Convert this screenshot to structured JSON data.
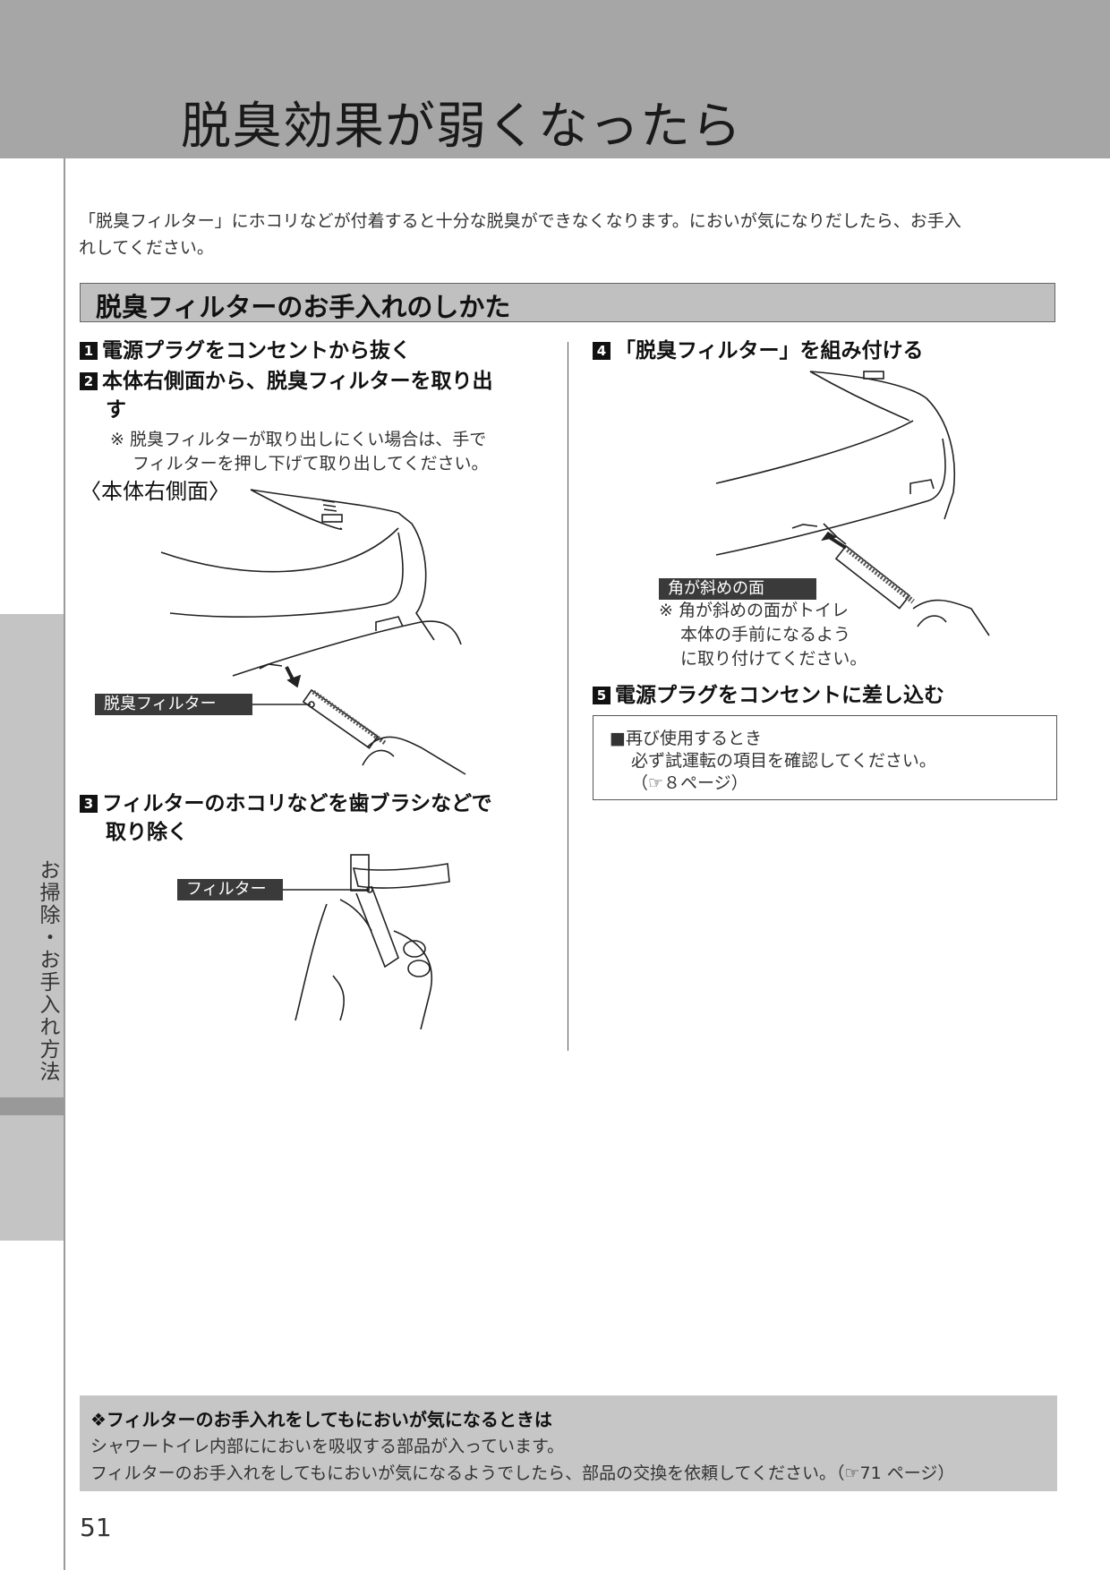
{
  "header": {
    "title": "脱臭効果が弱くなったら"
  },
  "sidebar": {
    "tab_text": "お掃除・お手入れ方法"
  },
  "intro": {
    "line1": "「脱臭フィルター」にホコリなどが付着すると十分な脱臭ができなくなります。においが気になりだしたら、お手入",
    "line2": "れしてください。"
  },
  "section": {
    "title": "脱臭フィルターのお手入れのしかた"
  },
  "steps": [
    {
      "num": "1",
      "line1": "電源プラグをコンセントから抜く"
    },
    {
      "num": "2",
      "line1": "本体右側面から、脱臭フィルターを取り出",
      "line2": "す",
      "note1": "※ 脱臭フィルターが取り出しにくい場合は、手で",
      "note2": "フィルターを押し下げて取り出してください。",
      "view_label": "〈本体右側面〉",
      "callout": "脱臭フィルター"
    },
    {
      "num": "3",
      "line1": "フィルターのホコリなどを歯ブラシなどで",
      "line2": "取り除く",
      "callout": "フィルター"
    },
    {
      "num": "4",
      "line1": "「脱臭フィルター」を組み付ける",
      "callout": "角が斜めの面",
      "note1": "※ 角が斜めの面がトイレ",
      "note2": "本体の手前になるよう",
      "note3": "に取り付けてください。"
    },
    {
      "num": "5",
      "line1": "電源プラグをコンセントに差し込む"
    }
  ],
  "reuse_box": {
    "heading": "■再び使用するとき",
    "line1": "必ず試運転の項目を確認してください。",
    "line2": "（☞８ページ）"
  },
  "footer": {
    "heading": "❖フィルターのお手入れをしてもにおいが気になるときは",
    "line1": "シャワートイレ内部ににおいを吸収する部品が入っています。",
    "line2": "フィルターのお手入れをしてもにおいが気になるようでしたら、部品の交換を依頼してください。（☞71 ページ）"
  },
  "page_number": "51"
}
